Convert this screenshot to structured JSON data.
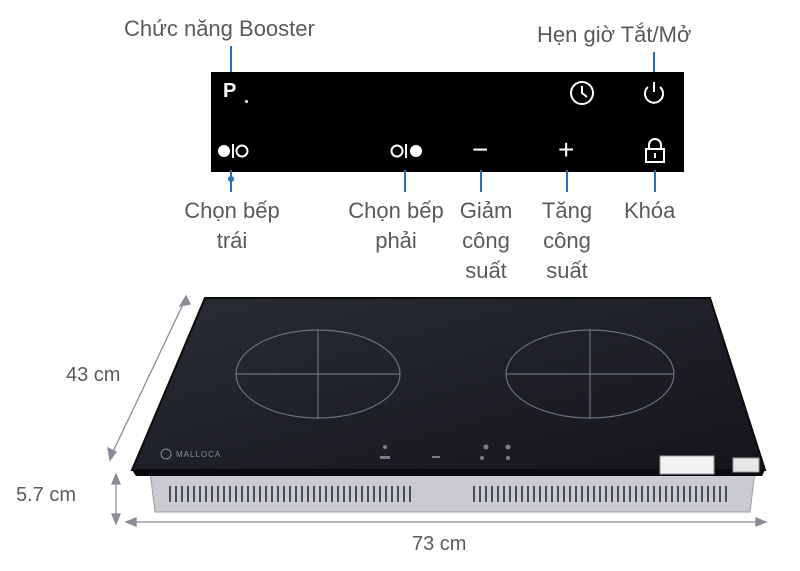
{
  "labels": {
    "booster": "Chức năng Booster",
    "timer": "Hẹn giờ Tắt/Mở",
    "left_zone": "Chọn bếp trái",
    "right_zone": "Chọn bếp phải",
    "decrease": "Giảm công suất",
    "increase": "Tăng công suất",
    "lock": "Khóa"
  },
  "panel_icons": {
    "booster": "P",
    "decrease": "−",
    "increase": "+"
  },
  "dimensions": {
    "depth": "43 cm",
    "height": "5.7 cm",
    "width": "73 cm"
  },
  "brand": "MALLOCA",
  "colors": {
    "panel": "#000000",
    "leader": "#2f6fb0",
    "glass": "#1b1c22",
    "label_text": "#5a5a5a"
  }
}
